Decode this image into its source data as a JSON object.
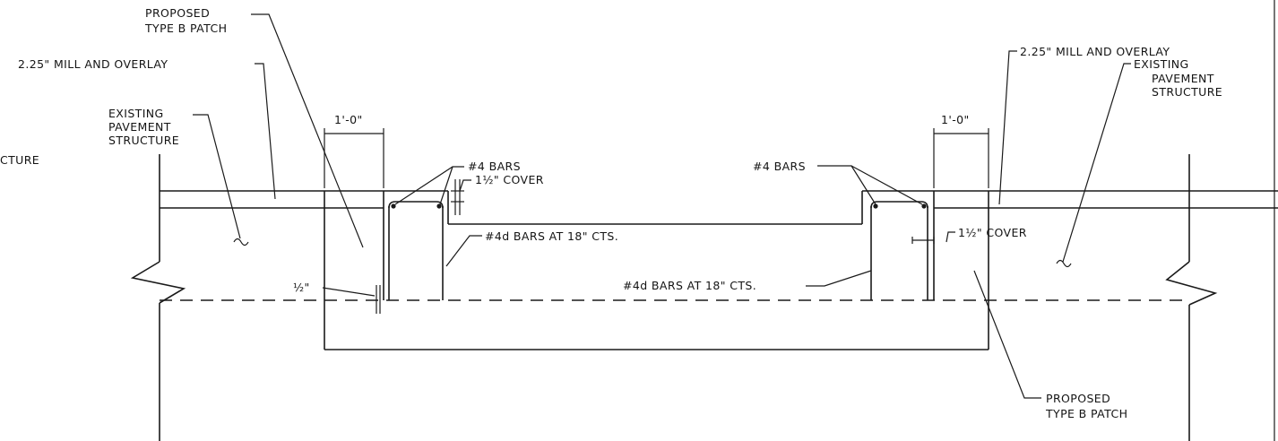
{
  "labels": {
    "proposed_patch_left_1": "PROPOSED",
    "proposed_patch_left_2": "TYPE B PATCH",
    "mill_overlay_left": "2.25\" MILL AND OVERLAY",
    "existing_left_1": "EXISTING",
    "existing_left_2": "PAVEMENT",
    "existing_left_3": "STRUCTURE",
    "structure_cut_left": "CTURE",
    "dim_left": "1'-0\"",
    "bars_left": "#4 BARS",
    "cover_left": "1½\" COVER",
    "bars_4d_left": "#4d BARS AT 18\" CTS.",
    "half_inch_left": "½\"",
    "mill_overlay_right": "2.25\" MILL AND OVERLAY",
    "existing_right_1": "EXISTING",
    "existing_right_2": "PAVEMENT",
    "existing_right_3": "STRUCTURE",
    "dim_right": "1'-0\"",
    "bars_right": "#4 BARS",
    "cover_right": "1½\" COVER",
    "bars_4d_right": "#4d BARS AT 18\" CTS.",
    "proposed_patch_right_1": "PROPOSED",
    "proposed_patch_right_2": "TYPE B PATCH"
  }
}
